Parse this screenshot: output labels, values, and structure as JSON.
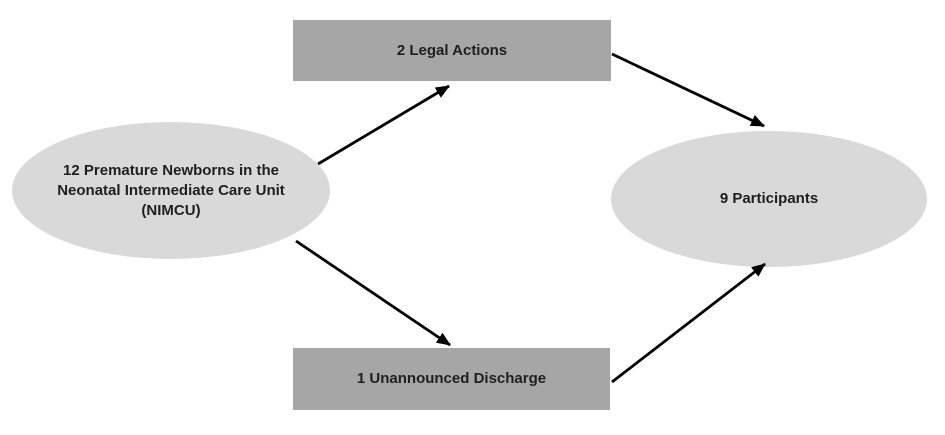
{
  "diagram": {
    "nodes": {
      "source": {
        "shape": "ellipse",
        "lines": [
          "12 Premature Newborns in the",
          "Neonatal Intermediate Care Unit",
          "(NIMCU)"
        ]
      },
      "legal_actions": {
        "shape": "rectangle",
        "label": "2 Legal Actions"
      },
      "unannounced_discharge": {
        "shape": "rectangle",
        "label": "1 Unannounced Discharge"
      },
      "participants": {
        "shape": "ellipse",
        "label": "9 Participants"
      }
    },
    "edges": [
      {
        "from": "source",
        "to": "legal_actions"
      },
      {
        "from": "legal_actions",
        "to": "participants"
      },
      {
        "from": "source",
        "to": "unannounced_discharge"
      },
      {
        "from": "unannounced_discharge",
        "to": "participants"
      }
    ]
  },
  "colors": {
    "background": "#ffffff",
    "ellipse_fill": "#d9d9d9",
    "rect_fill": "#a6a6a6",
    "text": "#1f1f1f",
    "arrow": "#000000"
  }
}
